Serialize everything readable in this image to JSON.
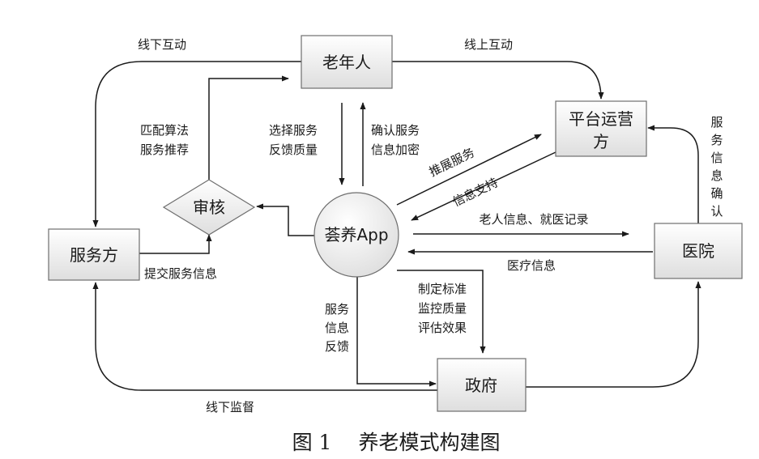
{
  "nodes": {
    "elderly": "老年人",
    "platform_line1": "平台运营",
    "platform_line2": "方",
    "provider": "服务方",
    "review": "审核",
    "app": "荟养App",
    "hospital": "医院",
    "government": "政府"
  },
  "labels": {
    "offline_interaction": "线下互动",
    "online_interaction": "线上互动",
    "matching": [
      "匹配算法",
      "服务推荐"
    ],
    "select_service": [
      "选择服务",
      "反馈质量"
    ],
    "confirm_service": [
      "确认服务",
      "信息加密"
    ],
    "promote_service": "推展服务",
    "info_support": "信息支持",
    "elder_info": "老人信息、就医记录",
    "medical_info": "医疗信息",
    "service_info_confirm": [
      "服",
      "务",
      "信",
      "息",
      "确",
      "认"
    ],
    "submit_service_info": "提交服务信息",
    "service_info_feedback": [
      "服务",
      "信息",
      "反馈"
    ],
    "gov_functions": [
      "制定标准",
      "监控质量",
      "评估效果"
    ],
    "offline_supervision": "线下监督"
  },
  "caption": {
    "figure_no": "图 1",
    "title": "养老模式构建图"
  }
}
